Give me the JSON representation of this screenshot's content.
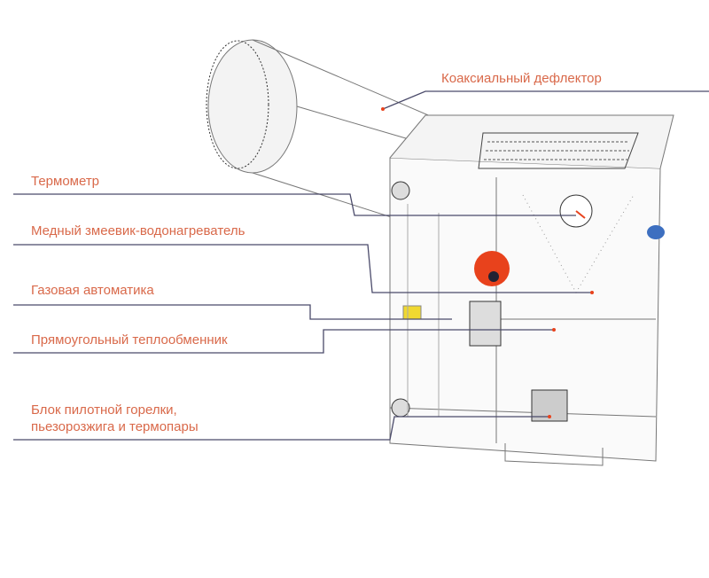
{
  "labels": {
    "deflector": "Коаксиальный дефлектор",
    "thermometer": "Термометр",
    "coil": "Медный змеевик-водонагреватель",
    "gas_automation": "Газовая автоматика",
    "heat_exchanger": "Прямоугольный теплообменник",
    "pilot_line1": "Блок пилотной горелки,",
    "pilot_line2": "пьезорозжига и термопары"
  },
  "colors": {
    "label": "#d9694a",
    "leader": "#4a4a6a",
    "accent": "#e8421c"
  }
}
